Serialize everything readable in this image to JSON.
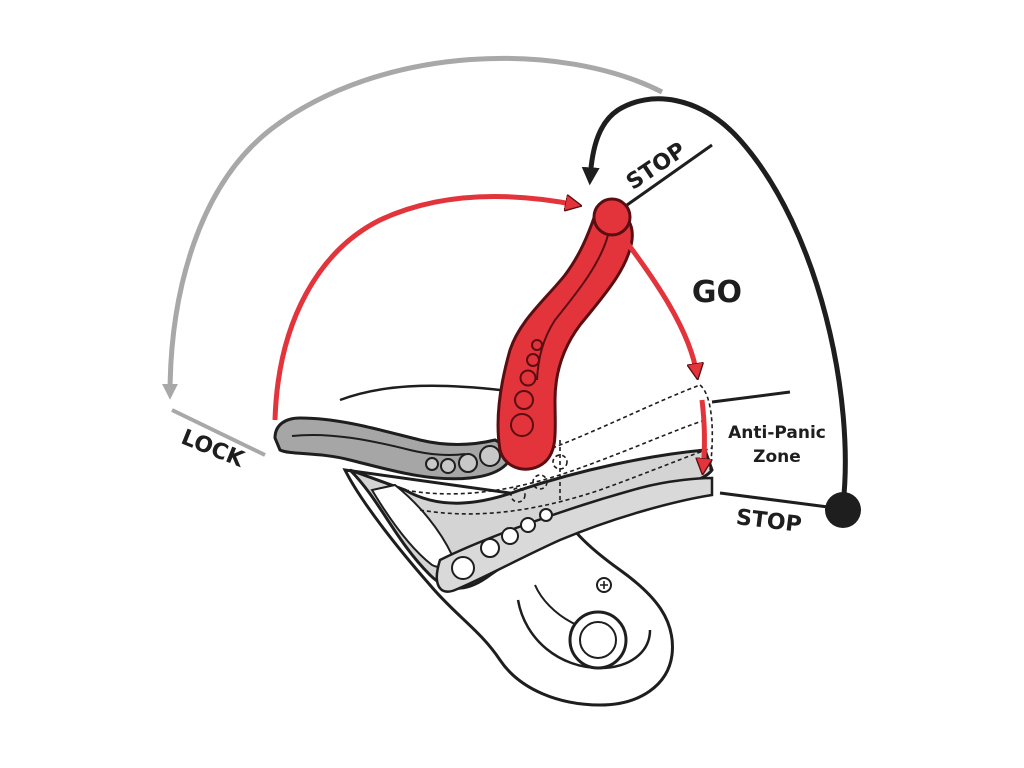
{
  "labels": {
    "lock": "LOCK",
    "stop_top": "STOP",
    "go": "GO",
    "anti_panic_line1": "Anti-Panic",
    "anti_panic_line2": "Zone",
    "stop_bottom": "STOP"
  },
  "colors": {
    "red": "#e3343c",
    "red_dark": "#5a0e12",
    "grey_arrow": "#a8a8a8",
    "dark_arrow": "#1e1e1e",
    "handle_grey": "#a6a6a6",
    "body_grey": "#cfcfcf",
    "outline": "#1e1e1e"
  }
}
